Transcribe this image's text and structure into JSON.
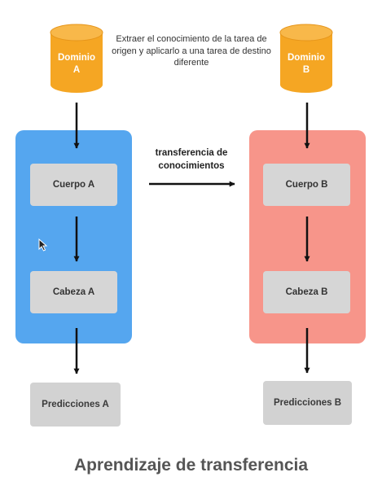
{
  "sources": {
    "domain_a": "Dominio\nA",
    "domain_b": "Dominio\nB"
  },
  "description": "Extraer el conocimiento de la tarea de origen y aplicarlo a una tarea de destino diferente",
  "model_a": {
    "body": "Cuerpo A",
    "head": "Cabeza A",
    "predictions": "Predicciones A"
  },
  "model_b": {
    "body": "Cuerpo B",
    "head": "Cabeza B",
    "predictions": "Predicciones B"
  },
  "transfer_label": "transferencia de conocimientos",
  "title": "Aprendizaje de transferencia",
  "colors": {
    "domain_fill": "#f5a623",
    "panel_a": "#55a6ef",
    "panel_b": "#f7958a",
    "box": "#d6d6d6",
    "arrow": "#111111"
  }
}
